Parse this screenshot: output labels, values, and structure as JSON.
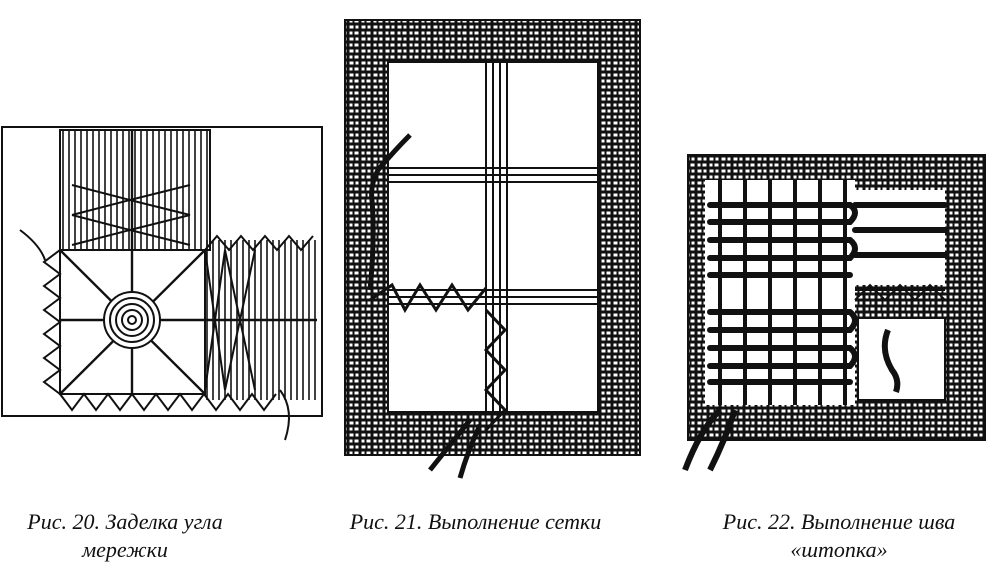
{
  "figures": [
    {
      "caption_line1": "Рис. 20. Заделка угла",
      "caption_line2": "мережки"
    },
    {
      "caption_line1": "Рис. 21. Выполнение сетки",
      "caption_line2": ""
    },
    {
      "caption_line1": "Рис. 22. Выполнение шва",
      "caption_line2": "«штопка»"
    }
  ],
  "colors": {
    "ink": "#111111",
    "paper": "#ffffff"
  }
}
